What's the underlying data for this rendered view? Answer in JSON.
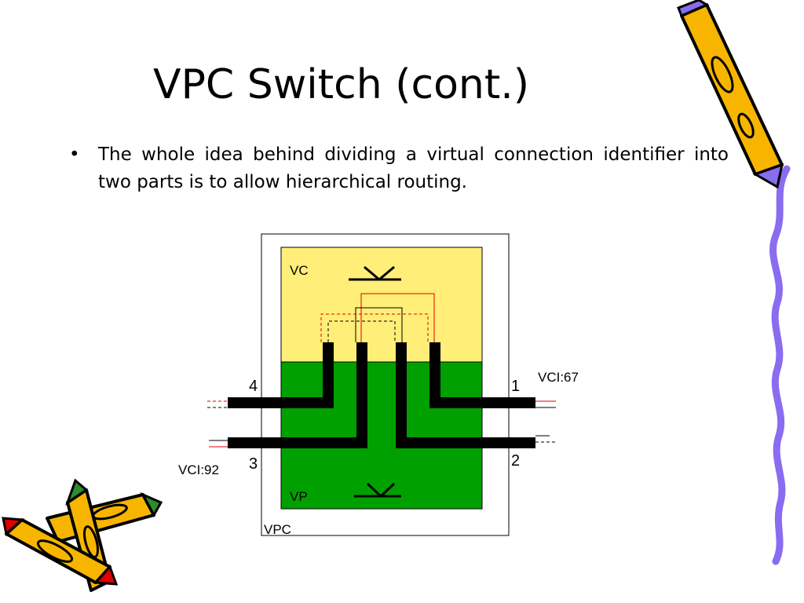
{
  "slide": {
    "title": "VPC Switch (cont.)",
    "bullet": "The whole idea behind dividing a virtual connection identifier into two parts is to allow hierarchical routing."
  },
  "diagram": {
    "vc_label": "VC",
    "vp_label": "VP",
    "vpc_label": "VPC",
    "port_4": "4",
    "port_3": "3",
    "port_1": "1",
    "port_2": "2",
    "vci_right": "VCI:67",
    "vci_left": "VCI:92"
  },
  "colors": {
    "vc_region": "#FFEE77",
    "vp_region": "#00A000",
    "connection_red": "#E00000",
    "clipart_pencil": "#F7B500",
    "clipart_squiggle": "#8A6CF0"
  }
}
